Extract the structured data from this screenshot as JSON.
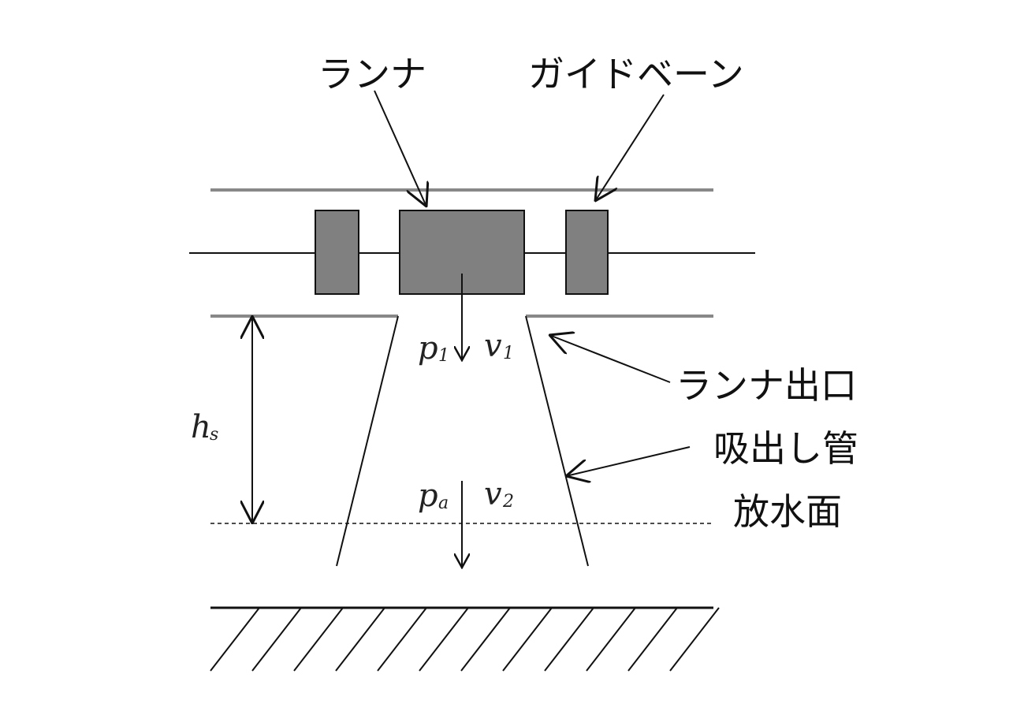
{
  "labels": {
    "runner": "ランナ",
    "guide_vane": "ガイドベーン",
    "runner_outlet": "ランナ出口",
    "draft_tube": "吸出し管",
    "tailwater_surface": "放水面"
  },
  "symbols": {
    "p1": {
      "base": "p",
      "sub": "1"
    },
    "v1": {
      "base": "v",
      "sub": "1"
    },
    "pa": {
      "base": "p",
      "sub": "a"
    },
    "v2": {
      "base": "v",
      "sub": "2"
    },
    "hs": {
      "base": "h",
      "sub": "s"
    }
  },
  "colors": {
    "component_fill": "#808080",
    "casing_line": "#888888",
    "line": "#111111"
  }
}
